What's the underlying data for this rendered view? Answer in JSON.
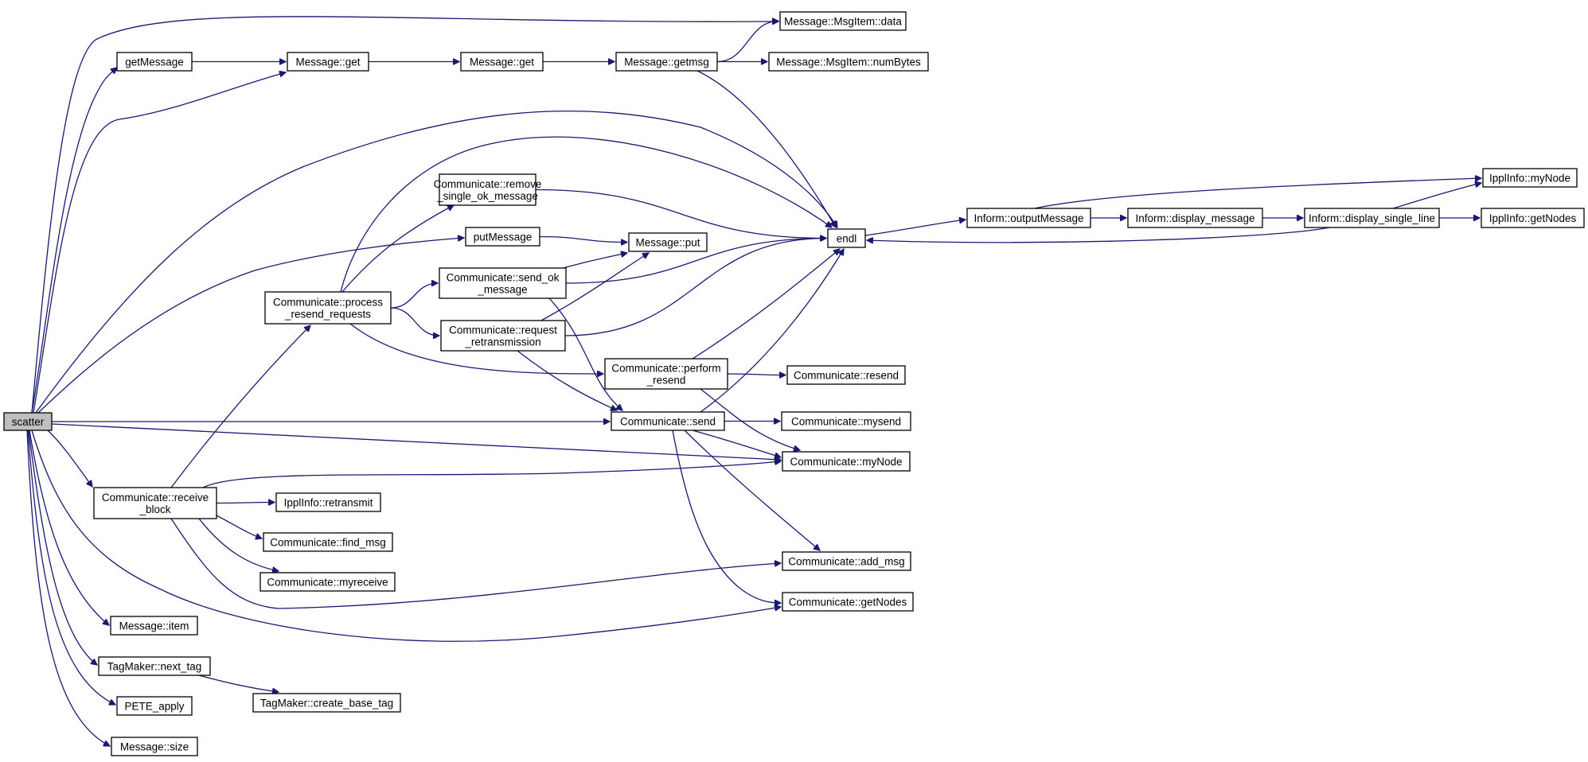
{
  "graph": {
    "edge_color": "#191970",
    "root_fill": "#bfbfbf",
    "node_fill": "#ffffff",
    "nodes": [
      {
        "id": "scatter",
        "label": [
          "scatter"
        ],
        "root": true
      },
      {
        "id": "getMessage",
        "label": [
          "getMessage"
        ]
      },
      {
        "id": "msgget1",
        "label": [
          "Message::get"
        ]
      },
      {
        "id": "msgget2",
        "label": [
          "Message::get"
        ]
      },
      {
        "id": "getmsg",
        "label": [
          "Message::getmsg"
        ]
      },
      {
        "id": "msgitem_data",
        "label": [
          "Message::MsgItem::data"
        ]
      },
      {
        "id": "msgitem_numbytes",
        "label": [
          "Message::MsgItem::numBytes"
        ]
      },
      {
        "id": "remove_ok",
        "label": [
          "Communicate::remove",
          "_single_ok_message"
        ]
      },
      {
        "id": "putMessage",
        "label": [
          "putMessage"
        ]
      },
      {
        "id": "msgput",
        "label": [
          "Message::put"
        ]
      },
      {
        "id": "process_resend",
        "label": [
          "Communicate::process",
          "_resend_requests"
        ]
      },
      {
        "id": "send_ok",
        "label": [
          "Communicate::send_ok",
          "_message"
        ]
      },
      {
        "id": "request_retrans",
        "label": [
          "Communicate::request",
          "_retransmission"
        ]
      },
      {
        "id": "perform_resend",
        "label": [
          "Communicate::perform",
          "_resend"
        ]
      },
      {
        "id": "resend",
        "label": [
          "Communicate::resend"
        ]
      },
      {
        "id": "send",
        "label": [
          "Communicate::send"
        ]
      },
      {
        "id": "mysend",
        "label": [
          "Communicate::mysend"
        ]
      },
      {
        "id": "comm_mynode",
        "label": [
          "Communicate::myNode"
        ]
      },
      {
        "id": "receive_block",
        "label": [
          "Communicate::receive",
          "_block"
        ]
      },
      {
        "id": "ippl_retransmit",
        "label": [
          "IpplInfo::retransmit"
        ]
      },
      {
        "id": "find_msg",
        "label": [
          "Communicate::find_msg"
        ]
      },
      {
        "id": "myreceive",
        "label": [
          "Communicate::myreceive"
        ]
      },
      {
        "id": "add_msg",
        "label": [
          "Communicate::add_msg"
        ]
      },
      {
        "id": "comm_getnodes",
        "label": [
          "Communicate::getNodes"
        ]
      },
      {
        "id": "msgitem",
        "label": [
          "Message::item"
        ]
      },
      {
        "id": "next_tag",
        "label": [
          "TagMaker::next_tag"
        ]
      },
      {
        "id": "create_base_tag",
        "label": [
          "TagMaker::create_base_tag"
        ]
      },
      {
        "id": "pete_apply",
        "label": [
          "PETE_apply"
        ]
      },
      {
        "id": "msgsize",
        "label": [
          "Message::size"
        ]
      },
      {
        "id": "endl",
        "label": [
          "endl"
        ]
      },
      {
        "id": "outputMessage",
        "label": [
          "Inform::outputMessage"
        ]
      },
      {
        "id": "display_message",
        "label": [
          "Inform::display_message"
        ]
      },
      {
        "id": "display_single_line",
        "label": [
          "Inform::display_single_line"
        ]
      },
      {
        "id": "ippl_mynode",
        "label": [
          "IpplInfo::myNode"
        ]
      },
      {
        "id": "ippl_getnodes",
        "label": [
          "IpplInfo::getNodes"
        ]
      }
    ],
    "edges": [
      [
        "scatter",
        "msgitem_data"
      ],
      [
        "scatter",
        "getMessage"
      ],
      [
        "scatter",
        "msgget1"
      ],
      [
        "scatter",
        "endl"
      ],
      [
        "scatter",
        "putMessage"
      ],
      [
        "scatter",
        "send"
      ],
      [
        "scatter",
        "comm_mynode"
      ],
      [
        "scatter",
        "receive_block"
      ],
      [
        "scatter",
        "comm_getnodes"
      ],
      [
        "scatter",
        "msgitem"
      ],
      [
        "scatter",
        "next_tag"
      ],
      [
        "scatter",
        "pete_apply"
      ],
      [
        "scatter",
        "msgsize"
      ],
      [
        "getMessage",
        "msgget1"
      ],
      [
        "msgget1",
        "msgget2"
      ],
      [
        "msgget2",
        "getmsg"
      ],
      [
        "getmsg",
        "msgitem_data"
      ],
      [
        "getmsg",
        "msgitem_numbytes"
      ],
      [
        "getmsg",
        "endl"
      ],
      [
        "remove_ok",
        "endl"
      ],
      [
        "putMessage",
        "msgput"
      ],
      [
        "process_resend",
        "endl"
      ],
      [
        "process_resend",
        "remove_ok"
      ],
      [
        "process_resend",
        "send_ok"
      ],
      [
        "process_resend",
        "request_retrans"
      ],
      [
        "process_resend",
        "perform_resend"
      ],
      [
        "send_ok",
        "msgput"
      ],
      [
        "send_ok",
        "endl"
      ],
      [
        "send_ok",
        "send"
      ],
      [
        "request_retrans",
        "msgput"
      ],
      [
        "request_retrans",
        "endl"
      ],
      [
        "request_retrans",
        "send"
      ],
      [
        "perform_resend",
        "endl"
      ],
      [
        "perform_resend",
        "resend"
      ],
      [
        "perform_resend",
        "comm_mynode"
      ],
      [
        "send",
        "endl"
      ],
      [
        "send",
        "mysend"
      ],
      [
        "send",
        "comm_mynode"
      ],
      [
        "send",
        "add_msg"
      ],
      [
        "send",
        "comm_getnodes"
      ],
      [
        "receive_block",
        "process_resend"
      ],
      [
        "receive_block",
        "comm_mynode"
      ],
      [
        "receive_block",
        "ippl_retransmit"
      ],
      [
        "receive_block",
        "find_msg"
      ],
      [
        "receive_block",
        "myreceive"
      ],
      [
        "receive_block",
        "add_msg"
      ],
      [
        "next_tag",
        "create_base_tag"
      ],
      [
        "endl",
        "outputMessage"
      ],
      [
        "outputMessage",
        "display_message"
      ],
      [
        "outputMessage",
        "ippl_mynode"
      ],
      [
        "display_message",
        "display_single_line"
      ],
      [
        "display_single_line",
        "ippl_mynode"
      ],
      [
        "display_single_line",
        "ippl_getnodes"
      ],
      [
        "display_single_line",
        "endl"
      ]
    ]
  }
}
